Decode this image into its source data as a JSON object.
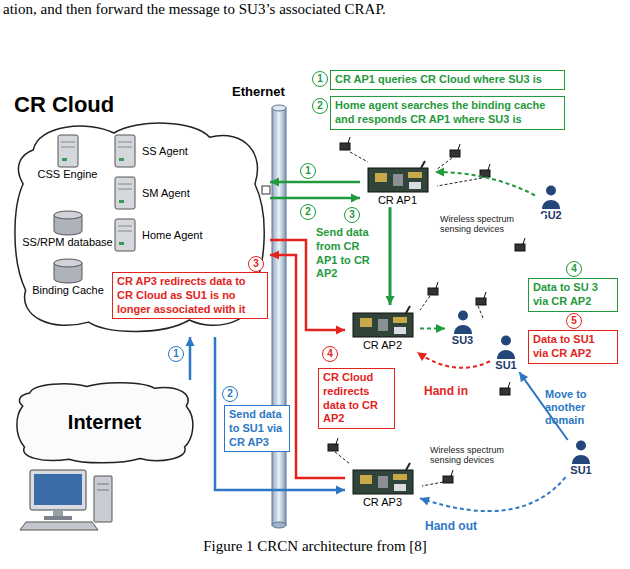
{
  "diagram": {
    "caption": "Figure 1 CRCN architecture from [8]",
    "nodes": [
      {
        "text": [
          "CR Cloud"
        ]
      },
      {
        "text": [
          "CSS Engine"
        ],
        "in": 0
      },
      {
        "text": [
          "SS/RPM database"
        ],
        "in": 0
      },
      {
        "text": [
          "Binding Cache"
        ],
        "in": 0
      },
      {
        "text": [
          "SS Agent"
        ],
        "in": 0
      },
      {
        "text": [
          "SM Agent"
        ],
        "in": 0
      },
      {
        "text": [
          "Home Agent"
        ],
        "in": 0
      },
      {
        "text": [
          "Internet"
        ]
      },
      {
        "text": [
          "CR AP1"
        ]
      },
      {
        "text": [
          "CR AP2"
        ]
      },
      {
        "text": [
          "CR AP3"
        ]
      },
      {
        "text": [
          "SU2"
        ]
      },
      {
        "text": [
          "SU3"
        ]
      },
      {
        "text": [
          "SU1"
        ]
      },
      {
        "text": [
          "SU1"
        ]
      },
      {
        "text": [
          "CR AP1 queries CR Cloud where SU3 is"
        ]
      },
      {
        "text": [
          "Home agent searches the binding cache and responds CR AP1 where SU3 is"
        ]
      },
      {
        "text": [
          "Send data from CR AP1 to CR AP2"
        ]
      },
      {
        "text": [
          "Data to SU 3 via CR AP2"
        ]
      },
      {
        "text": [
          "Data to SU1 via CR AP2"
        ]
      },
      {
        "text": [
          "CR AP3 redirects data to CR Cloud as SU1 is no longer associated with it"
        ]
      },
      {
        "text": [
          "CR Cloud redirects data to CR AP2"
        ]
      },
      {
        "text": [
          "Send data to SU1 via CR AP3"
        ]
      }
    ],
    "edges": [
      {
        "from": 8,
        "to": 0,
        "arrow": "to"
      },
      {
        "from": 0,
        "to": 8,
        "arrow": "to"
      },
      {
        "from": 8,
        "to": 9,
        "arrow": "to"
      },
      {
        "from": 9,
        "to": 12,
        "arrow": "to"
      },
      {
        "from": 11,
        "to": 8,
        "arrow": "to"
      },
      {
        "from": 7,
        "to": 0,
        "arrow": "to"
      },
      {
        "from": 0,
        "to": 10,
        "arrow": "to"
      },
      {
        "from": 10,
        "to": 0,
        "arrow": "to"
      },
      {
        "from": 0,
        "to": 9,
        "arrow": "to"
      },
      {
        "from": 13,
        "to": 9,
        "arrow": "to"
      },
      {
        "from": 14,
        "to": 10,
        "arrow": "to"
      },
      {
        "from": 14,
        "to": 13,
        "arrow": "to"
      }
    ],
    "labels": [
      "ation, and then forward the message to SU3’s associated CRAP.",
      "Ethernet",
      "1",
      "2",
      "1",
      "2",
      "3",
      "4",
      "5",
      "3",
      "4",
      "1",
      "2",
      "Hand in",
      "Hand out",
      "Move to another domain",
      "Wireless spectrum sensing devices",
      "Wireless spectrum sensing devices"
    ]
  }
}
